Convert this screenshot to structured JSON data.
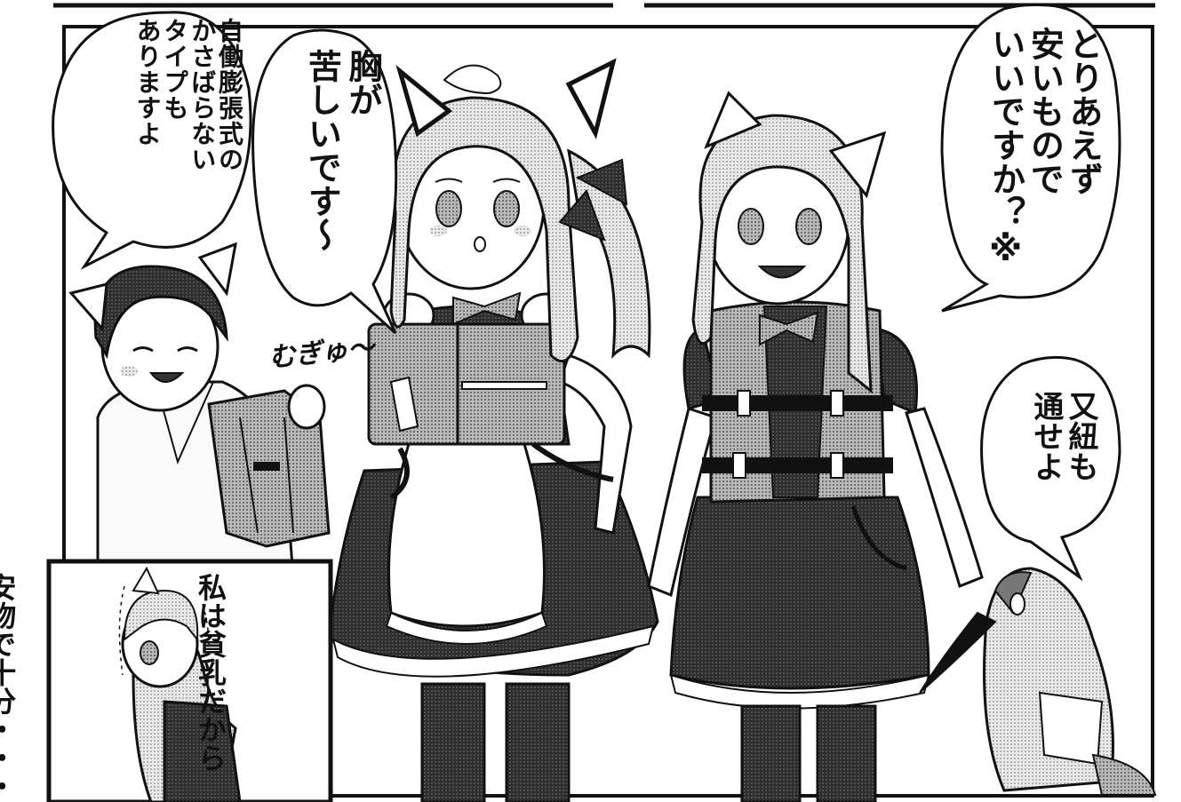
{
  "panels": {
    "main": {
      "bubbles": [
        {
          "speaker": "left-girl",
          "text": "自働膨張式の\nかさばらない\nタイプも\nありますよ"
        },
        {
          "speaker": "center-girl",
          "text": "胸が\n苦しいです〜"
        },
        {
          "speaker": "right-girl",
          "text": "とりあえず\n安いもので\nいいですか？※"
        },
        {
          "speaker": "bird",
          "text": "又紐も\n通せよ"
        }
      ],
      "sfx": "むぎゅ〜"
    },
    "inset": {
      "caption": "私は貧乳だから\n安物で十分・・・"
    }
  },
  "colors": {
    "ink": "#111111",
    "paper": "#ffffff",
    "screentone_light": "#cfcfcf",
    "screentone_mid": "#9a9a9a",
    "screentone_dark": "#3a3a3a"
  }
}
